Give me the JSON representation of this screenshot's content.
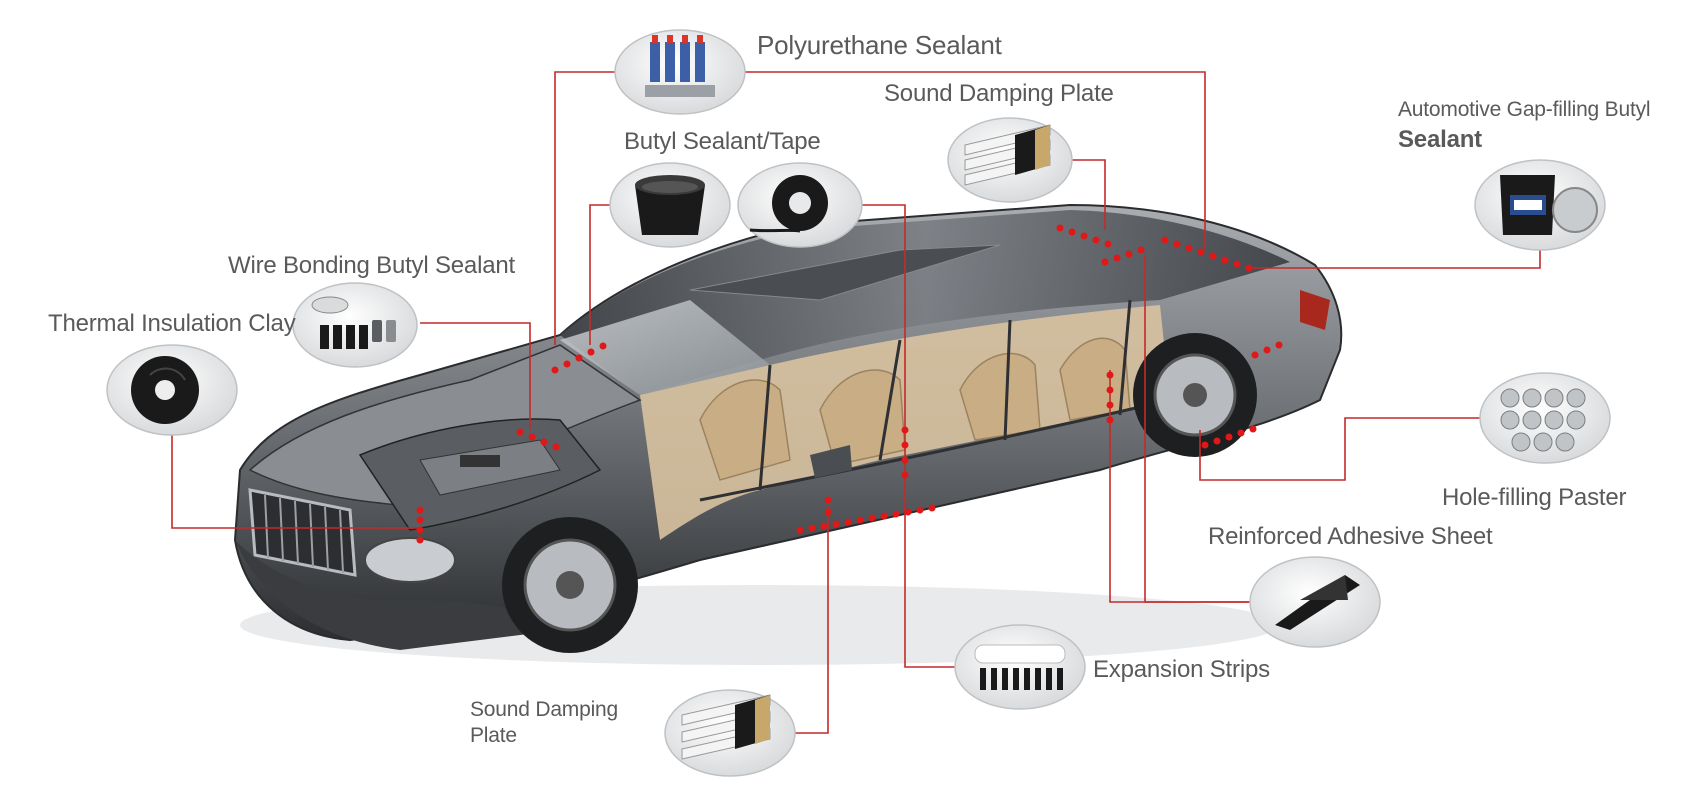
{
  "labels": {
    "polyurethane_sealant": "Polyurethane Sealant",
    "sound_damping_plate_top": "Sound Damping Plate",
    "butyl_sealant_tape": "Butyl Sealant/Tape",
    "gap_filling_line1": "Automotive Gap-filling Butyl",
    "gap_filling_line2": "Sealant",
    "wire_bonding": "Wire Bonding Butyl Sealant",
    "thermal_insulation": "Thermal Insulation Clay",
    "hole_filling": "Hole-filling Paster",
    "reinforced_adhesive": "Reinforced Adhesive Sheet",
    "expansion_strips": "Expansion Strips",
    "sound_damping_bottom_line1": "Sound Damping",
    "sound_damping_bottom_line2": "Plate"
  },
  "colors": {
    "leader_line": "#c42a2a",
    "marker_dot": "#e01818",
    "car_body": "#6d7175",
    "interior": "#d8c2a0",
    "label_text": "#5a5a5a"
  },
  "icons": {
    "product_thumbnail": "circular-product-photo",
    "car": "cutaway-limousine"
  }
}
